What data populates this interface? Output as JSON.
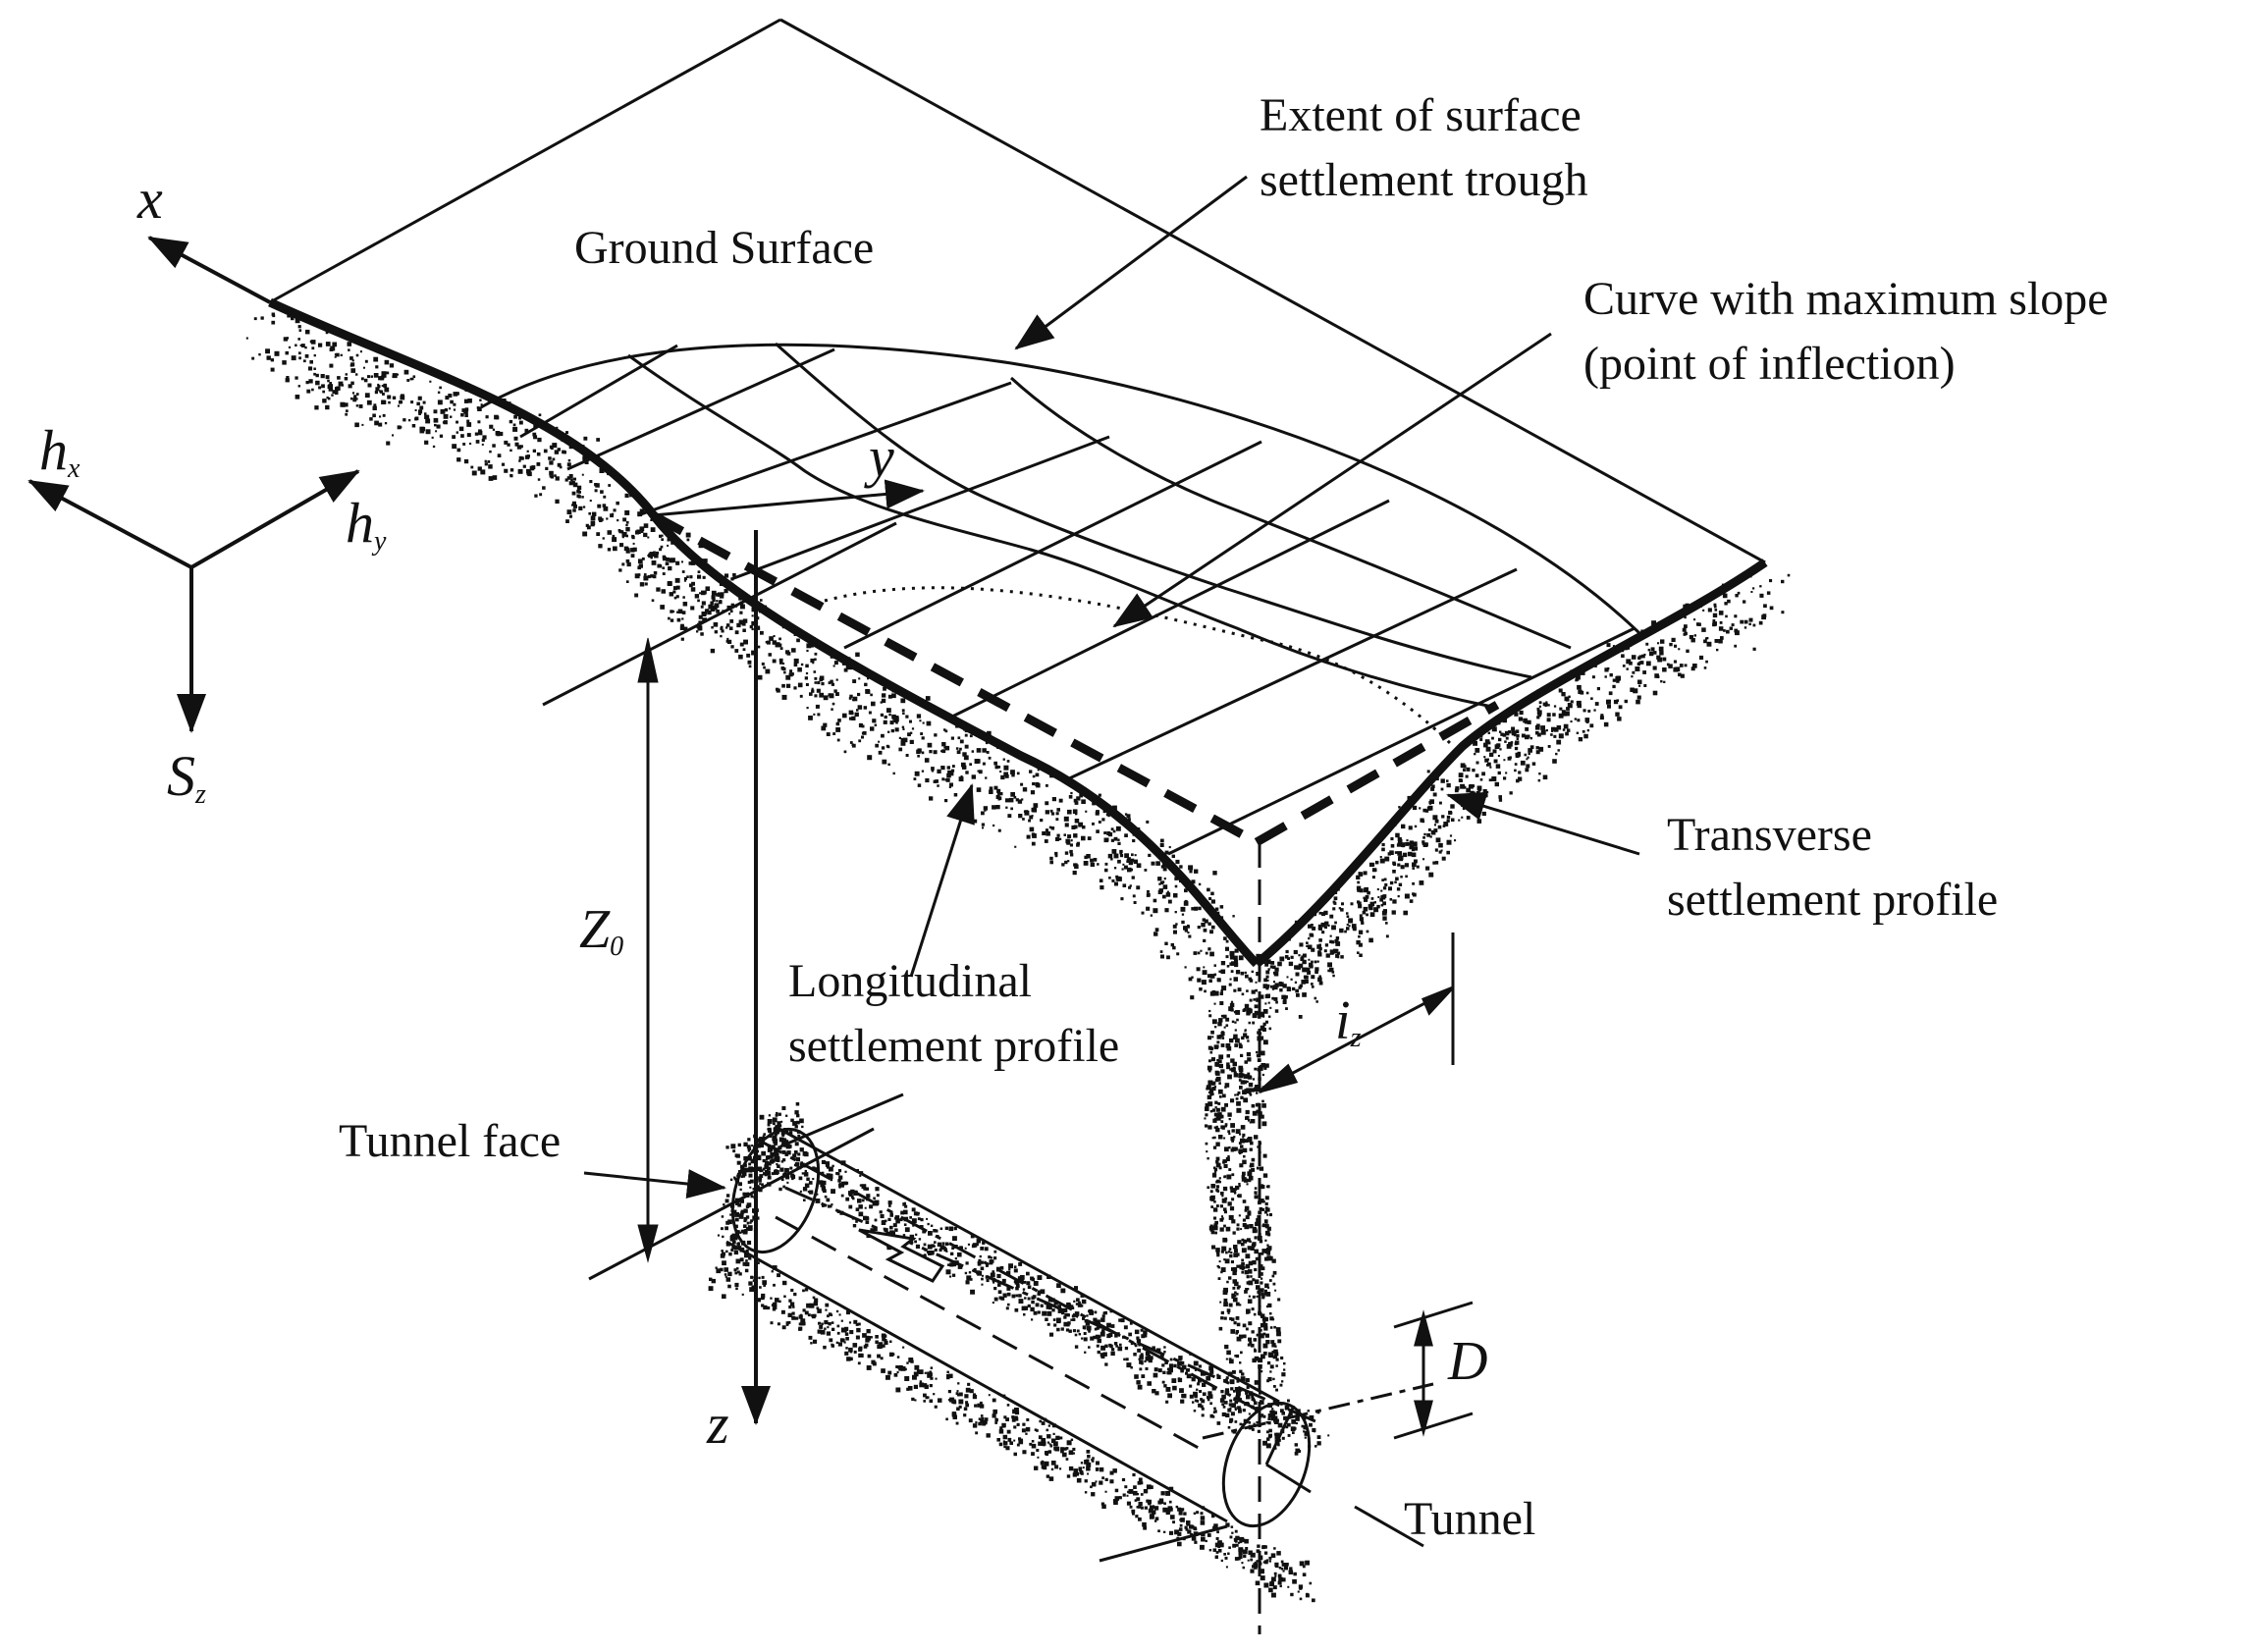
{
  "labels": {
    "ground_surface": "Ground Surface",
    "extent_line1": "Extent of surface",
    "extent_line2": "settlement trough",
    "curve_line1": "Curve with maximum slope",
    "curve_line2": "(point of inflection)",
    "transverse_line1": "Transverse",
    "transverse_line2": "settlement profile",
    "longitudinal_line1": "Longitudinal",
    "longitudinal_line2": "settlement profile",
    "tunnel_face": "Tunnel face",
    "tunnel": "Tunnel"
  },
  "axes": {
    "x": "x",
    "y": "y",
    "z": "z",
    "hx_main": "h",
    "hx_sub": "x",
    "hy_main": "h",
    "hy_sub": "y",
    "sz_main": "S",
    "sz_sub": "z"
  },
  "dimensions": {
    "z0_main": "Z",
    "z0_sub": "0",
    "iz_main": "i",
    "iz_sub": "z",
    "d": "D"
  },
  "colors": {
    "ink": "#111111",
    "background": "#ffffff"
  }
}
